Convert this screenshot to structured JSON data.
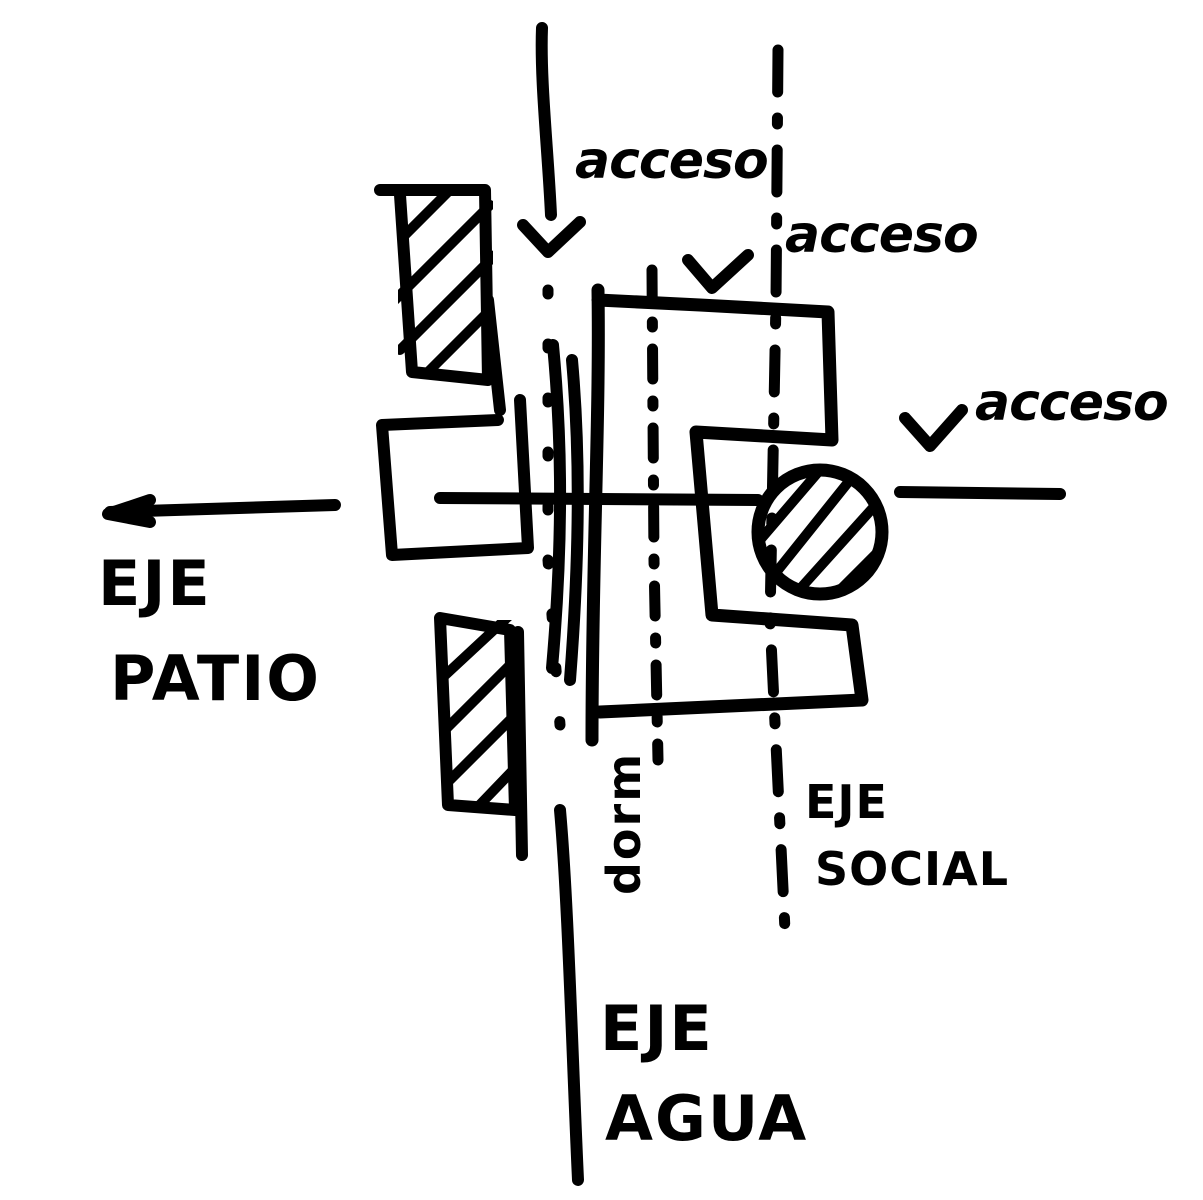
{
  "diagram": {
    "labels": {
      "access_top_left": "acceso",
      "access_top_right": "acceso",
      "access_right": "acceso",
      "axis_patio_line1": "EJE",
      "axis_patio_line2": "PATIO",
      "axis_social_line1": "EJE",
      "axis_social_line2": "SOCIAL",
      "axis_agua_line1": "EJE",
      "axis_agua_line2": "AGUA",
      "axis_dorm_vertical": "dorm"
    },
    "colors": {
      "ink": "#000000",
      "background": "#ffffff"
    }
  }
}
